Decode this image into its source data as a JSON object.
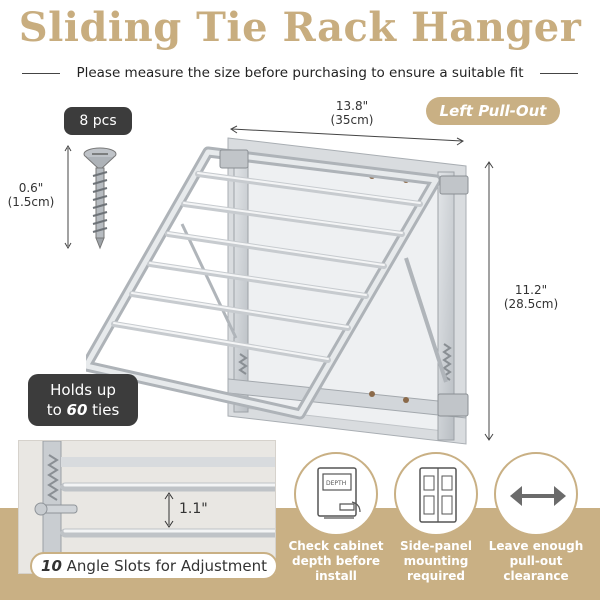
{
  "header": {
    "title": "Sliding Tie Rack Hanger",
    "subtitle": "Please measure the size before purchasing to ensure a suitable fit"
  },
  "badges": {
    "screws": "8 pcs",
    "direction": "Left Pull-Out",
    "capacity_line1": "Holds up",
    "capacity_prefix": "to ",
    "capacity_number": "60",
    "capacity_suffix": " ties"
  },
  "dimensions": {
    "width_in": "13.8\"",
    "width_cm": "(35cm)",
    "height_in": "11.2\"",
    "height_cm": "(28.5cm)",
    "screw_in": "0.6\"",
    "screw_cm": "(1.5cm)",
    "spacing": "1.1\""
  },
  "adjustment": {
    "number": "10",
    "text": " Angle Slots for Adjustment"
  },
  "features": [
    {
      "icon": "cabinet-depth-icon",
      "line1": "Check cabinet",
      "line2": "depth before",
      "line3": "install"
    },
    {
      "icon": "side-panel-icon",
      "line1": "Side-panel",
      "line2": "mounting",
      "line3": "required"
    },
    {
      "icon": "double-arrow-icon",
      "line1": "Leave enough",
      "line2": "pull-out",
      "line3": "clearance"
    }
  ],
  "icons": {
    "cabinet_label": "DEPTH"
  },
  "colors": {
    "gold": "#c9b084",
    "dark": "#3c3c3c",
    "metal": "#c4c8cc"
  }
}
